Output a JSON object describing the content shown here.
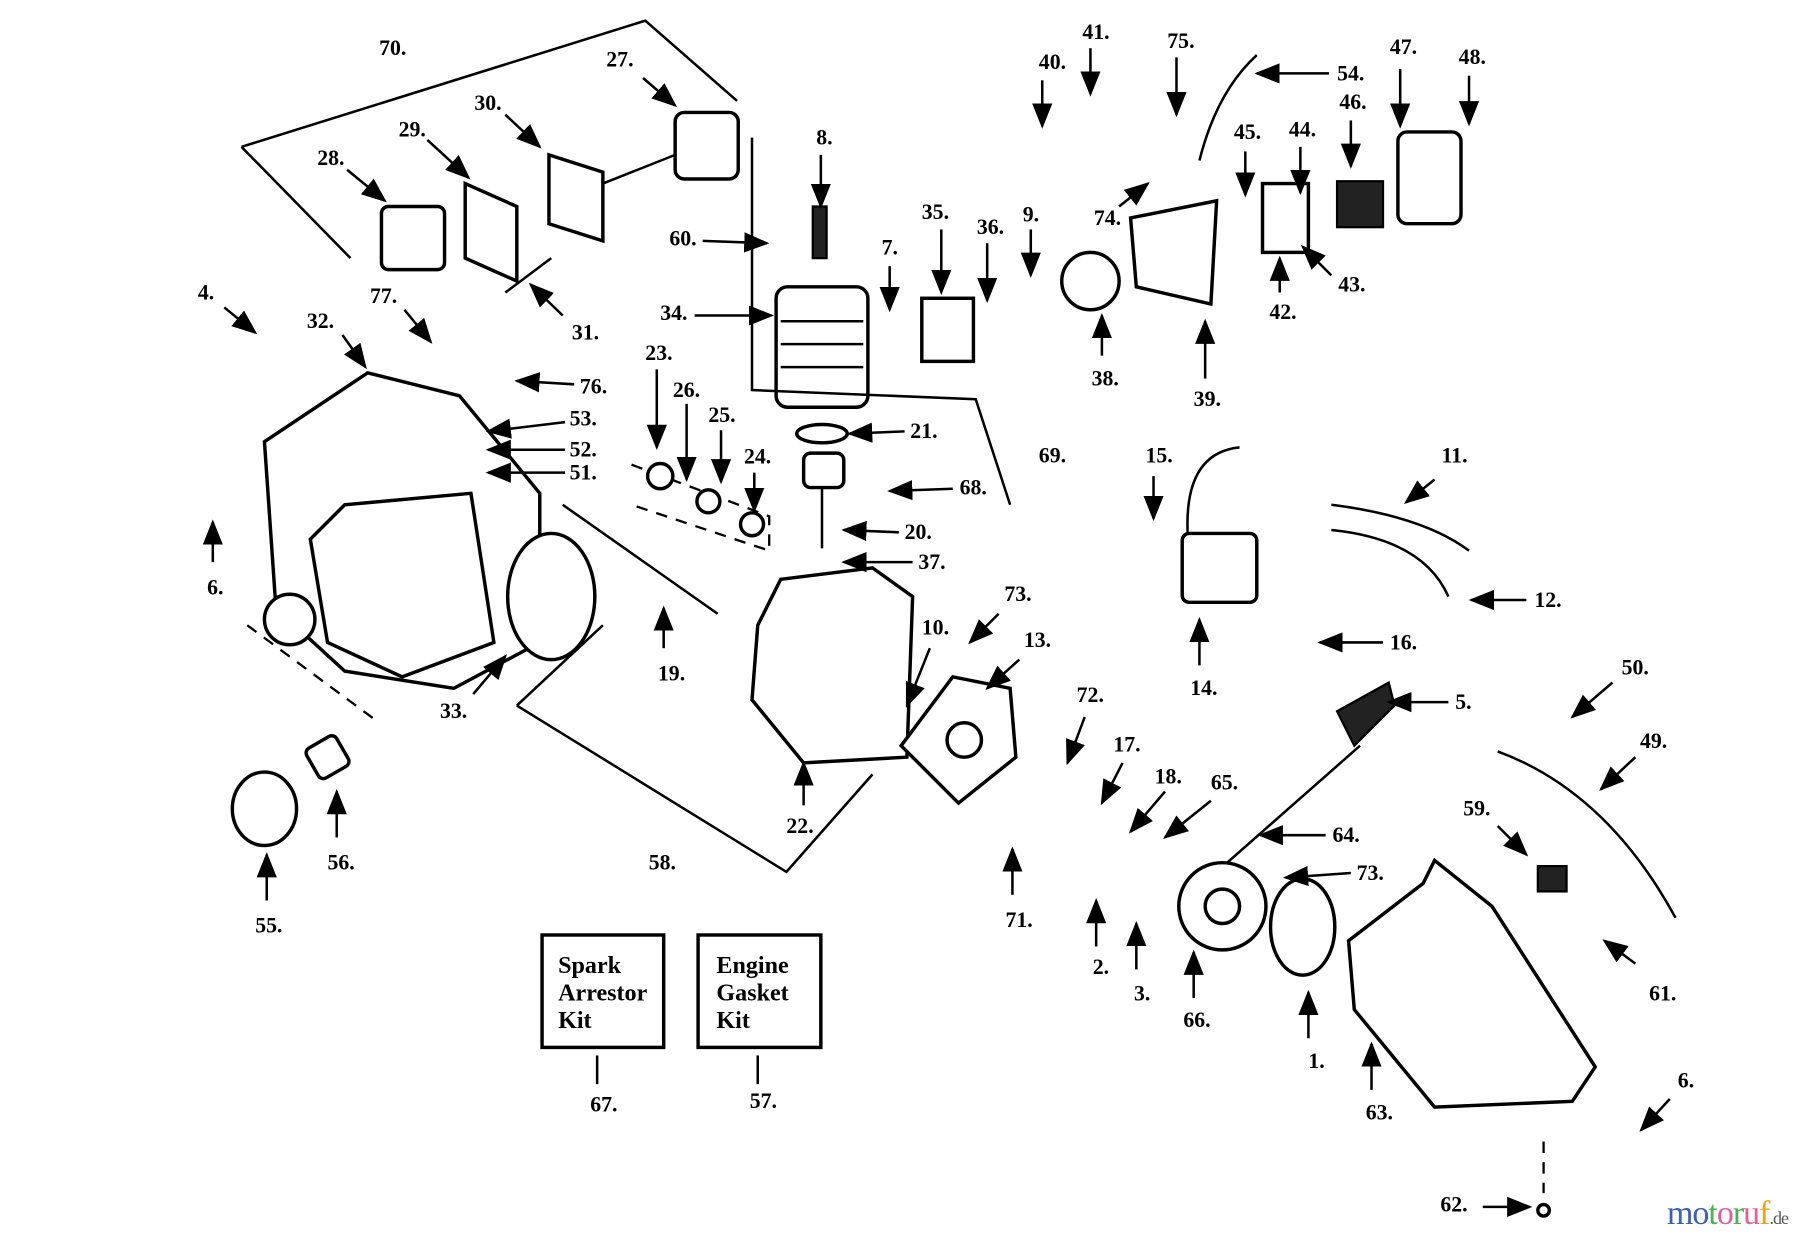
{
  "diagram": {
    "title": "Engine exploded parts diagram",
    "callouts": [
      "70.",
      "27.",
      "30.",
      "29.",
      "28.",
      "31.",
      "77.",
      "4.",
      "32.",
      "76.",
      "53.",
      "52.",
      "51.",
      "6.",
      "33.",
      "19.",
      "56.",
      "55.",
      "58.",
      "22.",
      "60.",
      "8.",
      "34.",
      "23.",
      "26.",
      "25.",
      "24.",
      "21.",
      "68.",
      "20.",
      "37.",
      "69.",
      "7.",
      "35.",
      "36.",
      "9.",
      "38.",
      "39.",
      "40.",
      "41.",
      "75.",
      "74.",
      "54.",
      "45.",
      "44.",
      "46.",
      "47.",
      "48.",
      "42.",
      "43.",
      "15.",
      "11.",
      "12.",
      "16.",
      "14.",
      "10.",
      "73.",
      "13.",
      "72.",
      "17.",
      "18.",
      "65.",
      "71.",
      "2.",
      "3.",
      "66.",
      "64.",
      "73.",
      "1.",
      "63.",
      "5.",
      "50.",
      "49.",
      "59.",
      "61.",
      "6.",
      "62.",
      "67.",
      "57."
    ],
    "kits": [
      {
        "lines": [
          "Spark",
          "Arrestor",
          "Kit"
        ]
      },
      {
        "lines": [
          "Engine",
          "Gasket",
          "Kit"
        ]
      }
    ]
  },
  "watermark": {
    "letters": [
      "m",
      "o",
      "t",
      "o",
      "r",
      "u",
      "f"
    ],
    "colors": [
      "#3b5fb5",
      "#3b5fb5",
      "#4caf50",
      "#e0609a",
      "#4caf50",
      "#e0609a",
      "#f0a020"
    ],
    "suffix": ".de"
  }
}
